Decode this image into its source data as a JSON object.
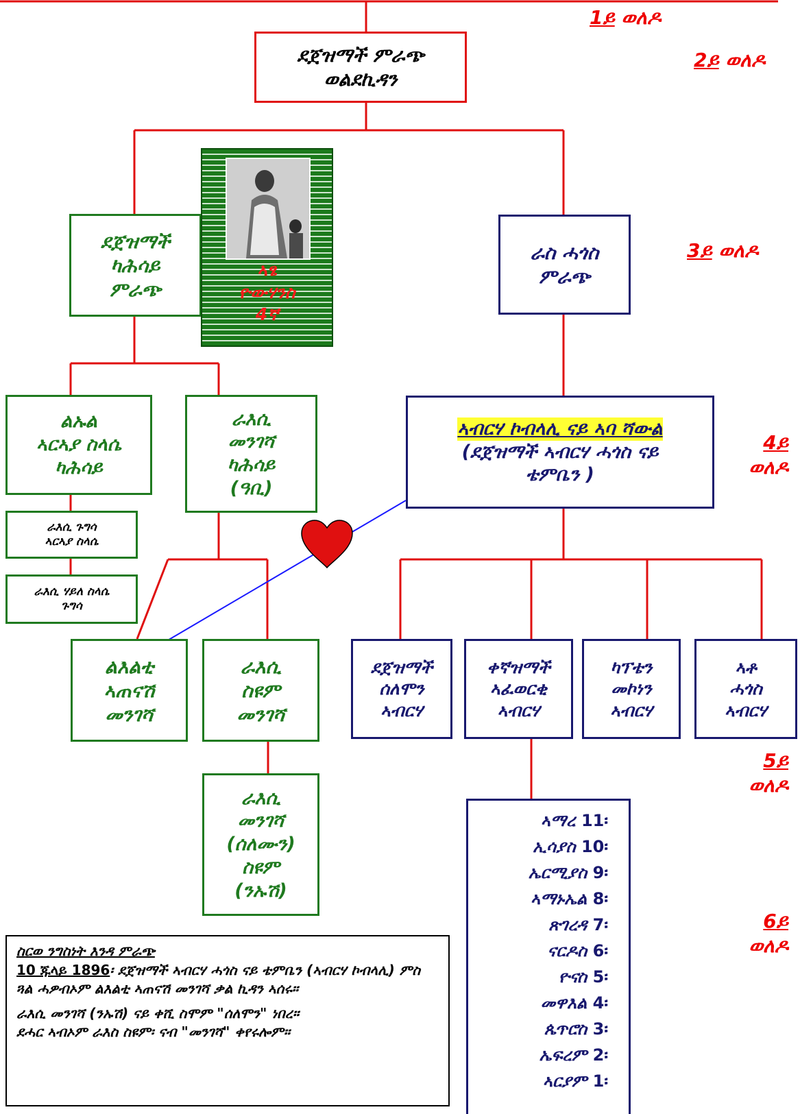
{
  "generations": {
    "g1": {
      "num": "1ይ",
      "word": "ወለዶ"
    },
    "g2": {
      "num": "2ይ",
      "word": "ወለዶ"
    },
    "g3": {
      "num": "3ይ",
      "word": "ወለዶ"
    },
    "g4": {
      "num": "4ይ",
      "word": "ወለዶ"
    },
    "g5": {
      "num": "5ይ",
      "word": "ወለዶ"
    },
    "g6": {
      "num": "6ይ",
      "word": "ወለዶ"
    }
  },
  "root": {
    "line1": "ደጀዝማች ምራጭ",
    "line2": "ወልደኪዳን"
  },
  "kahsay": {
    "line1": "ደጀዝማች",
    "line2": "ካሕሳይ",
    "line3": "ምራጭ"
  },
  "photo": {
    "line1": "ኣፄ",
    "line2": "ዮውሃንስ",
    "line3": "4ኛ"
  },
  "ras_hagos": {
    "line1": "ራስ ሓጎስ",
    "line2": "ምራጭ"
  },
  "lual": {
    "line1": "ልኡል",
    "line2": "ኣርኣያ ስላሴ",
    "line3": "ካሕሳይ"
  },
  "ras_mengesha": {
    "line1": "ራእሲ",
    "line2": "መንገሻ",
    "line3": "ካሕሳይ",
    "line4": "(ዓቢ)"
  },
  "gugsa": {
    "line1": "ራእሲ ጉግሳ",
    "line2": "ኣርኣያ ስላሴ"
  },
  "haile": {
    "line1": "ራእሲ ሃይለ ስላሴ",
    "line2": "ጉግሳ"
  },
  "abreha": {
    "line1": "ኣብርሃ ኮብላሊ ናይ ኣባ ሻውል",
    "line2": "(ደጀዝማች ኣብርሃ ሓጎስ  ናይ",
    "line3": "ቴምቤን )"
  },
  "princess": {
    "line1": "ልእልቲ",
    "line2": "ኣጠናሽ",
    "line3": "መንገሻ"
  },
  "seyum": {
    "line1": "ራእሲ",
    "line2": "ስዩም",
    "line3": "መንገሻ"
  },
  "mengesha_younger": {
    "line1": "ራእሲ",
    "line2": "መንገሻ",
    "line3": "(ሰለሙን)",
    "line4": "ስዩም",
    "line5": "(ንኡሽ)"
  },
  "sons": [
    {
      "line1": "ደጀዝማች",
      "line2": "ሰለሞን",
      "line3": "ኣብርሃ"
    },
    {
      "line1": "ቀኛዝማች",
      "line2": "ኣፈወርቂ",
      "line3": "ኣብርሃ"
    },
    {
      "line1": "ካፕቴን",
      "line2": "መኮነን",
      "line3": "ኣብርሃ"
    },
    {
      "line1": "ኣቶ",
      "line2": "ሓጎስ",
      "line3": "ኣብርሃ"
    }
  ],
  "grandchildren": [
    {
      "name": "ኣማረ",
      "num": "11፡"
    },
    {
      "name": "ኢሳያስ",
      "num": "10፡"
    },
    {
      "name": "ኤርሚያስ",
      "num": "9፡"
    },
    {
      "name": "ኣማኑኤል",
      "num": "8፡"
    },
    {
      "name": "ጽገረዳ",
      "num": "7፡"
    },
    {
      "name": "ናርዶስ",
      "num": "6፡"
    },
    {
      "name": "ዮናስ",
      "num": "5፡"
    },
    {
      "name": "መዋእል",
      "num": "4፡"
    },
    {
      "name": "ጴጥሮስ",
      "num": "3፡"
    },
    {
      "name": "ኤፍረም",
      "num": "2፡"
    },
    {
      "name": "ኣርያም",
      "num": "1፡"
    }
  ],
  "notes": {
    "heading": "ስርወ ንግስነት እንዳ ምራጭ",
    "date": "10 ጁላይ 1896",
    "p1_rest": "፡ ደጀዝማች ኣብርሃ ሓጎስ  ናይ ቴምቤን (ኣብርሃ ኮብላሊ) ምስ ጓል ሓዎብኦም ልእልቲ ኣጠናሽ መንገሻ ቃል ኪዳን ኣሰሩ።",
    "p2_line1": "ራእሲ መንገሻ (ንኡሽ) ናይ ቀሺ ስሞም \"ሰለሞን\" ነበረ።",
    "p2_line2": "ደሓር ኣብኦም ራእስ ስዩም፡ ናብ \"መንገሻ\" ቀየሩሎም።"
  },
  "colors": {
    "red": "#e01010",
    "green": "#1f7a1f",
    "navy": "#18186e",
    "blue_link": "#1a1aff",
    "heart": "#e01010",
    "highlight": "#ffff33"
  }
}
